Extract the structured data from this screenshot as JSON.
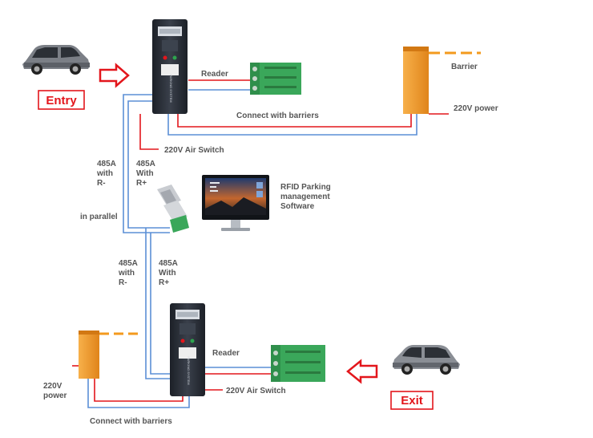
{
  "entry": {
    "label": "Entry",
    "reader_label": "Reader",
    "connect_label": "Connect with barriers",
    "barrier_label": "Barrier",
    "power_label": "220V power",
    "switch_label": "220V Air Switch",
    "terminal_a": {
      "line1": "485A",
      "line2": "with",
      "line3": "R-"
    },
    "terminal_b": {
      "line1": "485A",
      "line2": "With",
      "line3": "R+"
    },
    "parallel_label": "in parallel",
    "device_text": "PARKING SYSTEM"
  },
  "software": {
    "line1": "RFID Parking",
    "line2": "management",
    "line3": "Software"
  },
  "exit": {
    "label": "Exit",
    "reader_label": "Reader",
    "switch_label": "220V Air Switch",
    "connect_label": "Connect with barriers",
    "power_line1": "220V",
    "power_line2": "power",
    "terminal_a": {
      "line1": "485A",
      "line2": "with",
      "line3": "R-"
    },
    "terminal_b": {
      "line1": "485A",
      "line2": "With",
      "line3": "R+"
    },
    "device_text": "PARKING SYSTEM"
  },
  "colors": {
    "red_wire": "#e3161c",
    "blue_wire": "#5b8fd6",
    "barrier": "#f39a1e",
    "terminal": "#3aa75a",
    "device": "#2a2f38"
  },
  "icons": [
    "car-entry-icon",
    "car-exit-icon",
    "arrow-right-icon",
    "arrow-left-icon",
    "monitor-icon",
    "converter-icon"
  ]
}
